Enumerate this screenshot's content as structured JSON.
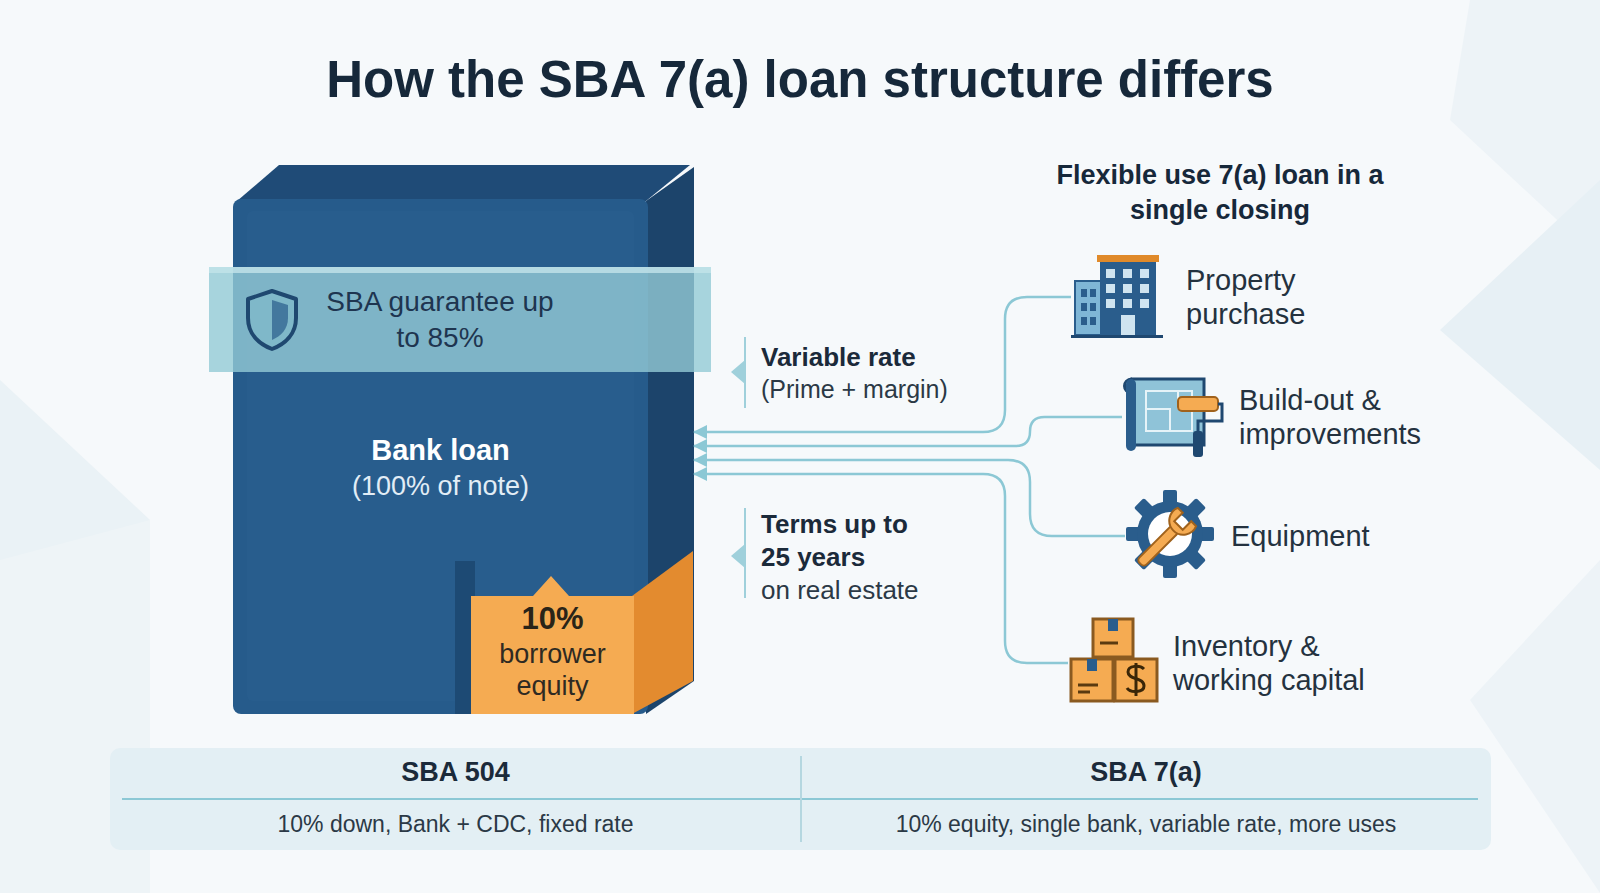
{
  "diagram": {
    "title": "How the SBA 7(a) loan structure differs",
    "nodes": [
      {
        "text": [
          "Bank loan",
          "(100% of note)"
        ]
      },
      {
        "text": [
          "SBA guarantee up to 85%"
        ],
        "in": 0
      },
      {
        "text": [
          "10%",
          "borrower equity"
        ],
        "in": 0
      },
      {
        "text": [
          "Property purchase"
        ]
      },
      {
        "text": [
          "Build-out & improvements"
        ]
      },
      {
        "text": [
          "Equipment"
        ]
      },
      {
        "text": [
          "Inventory & working capital"
        ]
      }
    ],
    "edges": [
      {
        "from": 3,
        "to": 0,
        "arrow": "to"
      },
      {
        "from": 4,
        "to": 0,
        "arrow": "to"
      },
      {
        "from": 5,
        "to": 0,
        "arrow": "to"
      },
      {
        "from": 6,
        "to": 0,
        "arrow": "to"
      }
    ],
    "labels": [
      "Flexible use 7(a) loan in a single closing",
      "Variable rate",
      "(Prime + margin)",
      "Terms up to 25 years",
      "on real estate",
      "SBA 504",
      "SBA 7(a)",
      "10% down, Bank + CDC, fixed rate",
      "10% equity, single bank, variable rate, more uses"
    ]
  }
}
